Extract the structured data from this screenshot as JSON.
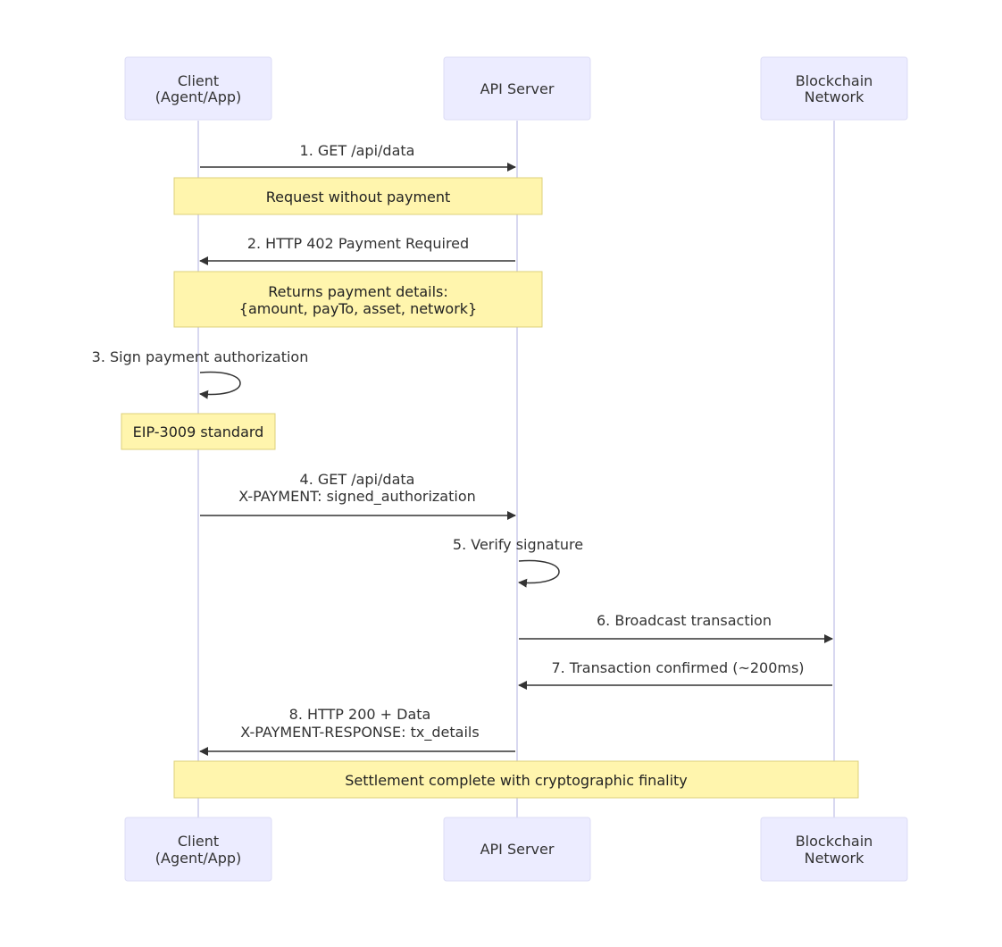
{
  "participants": [
    {
      "id": "client",
      "label_lines": [
        "Client",
        "(Agent/App)"
      ]
    },
    {
      "id": "server",
      "label_lines": [
        "API Server"
      ]
    },
    {
      "id": "chain",
      "label_lines": [
        "Blockchain",
        "Network"
      ]
    }
  ],
  "messages": [
    {
      "from": "client",
      "to": "server",
      "lines": [
        "1. GET /api/data"
      ]
    },
    {
      "from": "server",
      "to": "client",
      "lines": [
        "2. HTTP 402 Payment Required"
      ]
    },
    {
      "from": "client",
      "to": "client",
      "lines": [
        "3. Sign payment authorization"
      ]
    },
    {
      "from": "client",
      "to": "server",
      "lines": [
        "4. GET /api/data",
        "X-PAYMENT: signed_authorization"
      ]
    },
    {
      "from": "server",
      "to": "server",
      "lines": [
        "5. Verify signature"
      ]
    },
    {
      "from": "server",
      "to": "chain",
      "lines": [
        "6. Broadcast transaction"
      ]
    },
    {
      "from": "chain",
      "to": "server",
      "lines": [
        "7. Transaction confirmed (~200ms)"
      ]
    },
    {
      "from": "server",
      "to": "client",
      "lines": [
        "8. HTTP 200 + Data",
        "X-PAYMENT-RESPONSE: tx_details"
      ]
    }
  ],
  "notes": [
    {
      "over": [
        "client",
        "server"
      ],
      "lines": [
        "Request without payment"
      ]
    },
    {
      "over": [
        "client",
        "server"
      ],
      "lines": [
        "Returns payment details:",
        "{amount, payTo, asset, network}"
      ]
    },
    {
      "over": [
        "client"
      ],
      "lines": [
        "EIP-3009 standard"
      ]
    },
    {
      "over": [
        "client",
        "chain"
      ],
      "lines": [
        "Settlement complete with cryptographic finality"
      ]
    }
  ],
  "colors": {
    "actor_fill": "#ececff",
    "actor_stroke": "#dcdcf5",
    "lifeline": "#d8d8f0",
    "note_fill": "#fff5ad",
    "note_stroke": "#dcd07a",
    "arrow": "#333333",
    "text": "#333333"
  }
}
